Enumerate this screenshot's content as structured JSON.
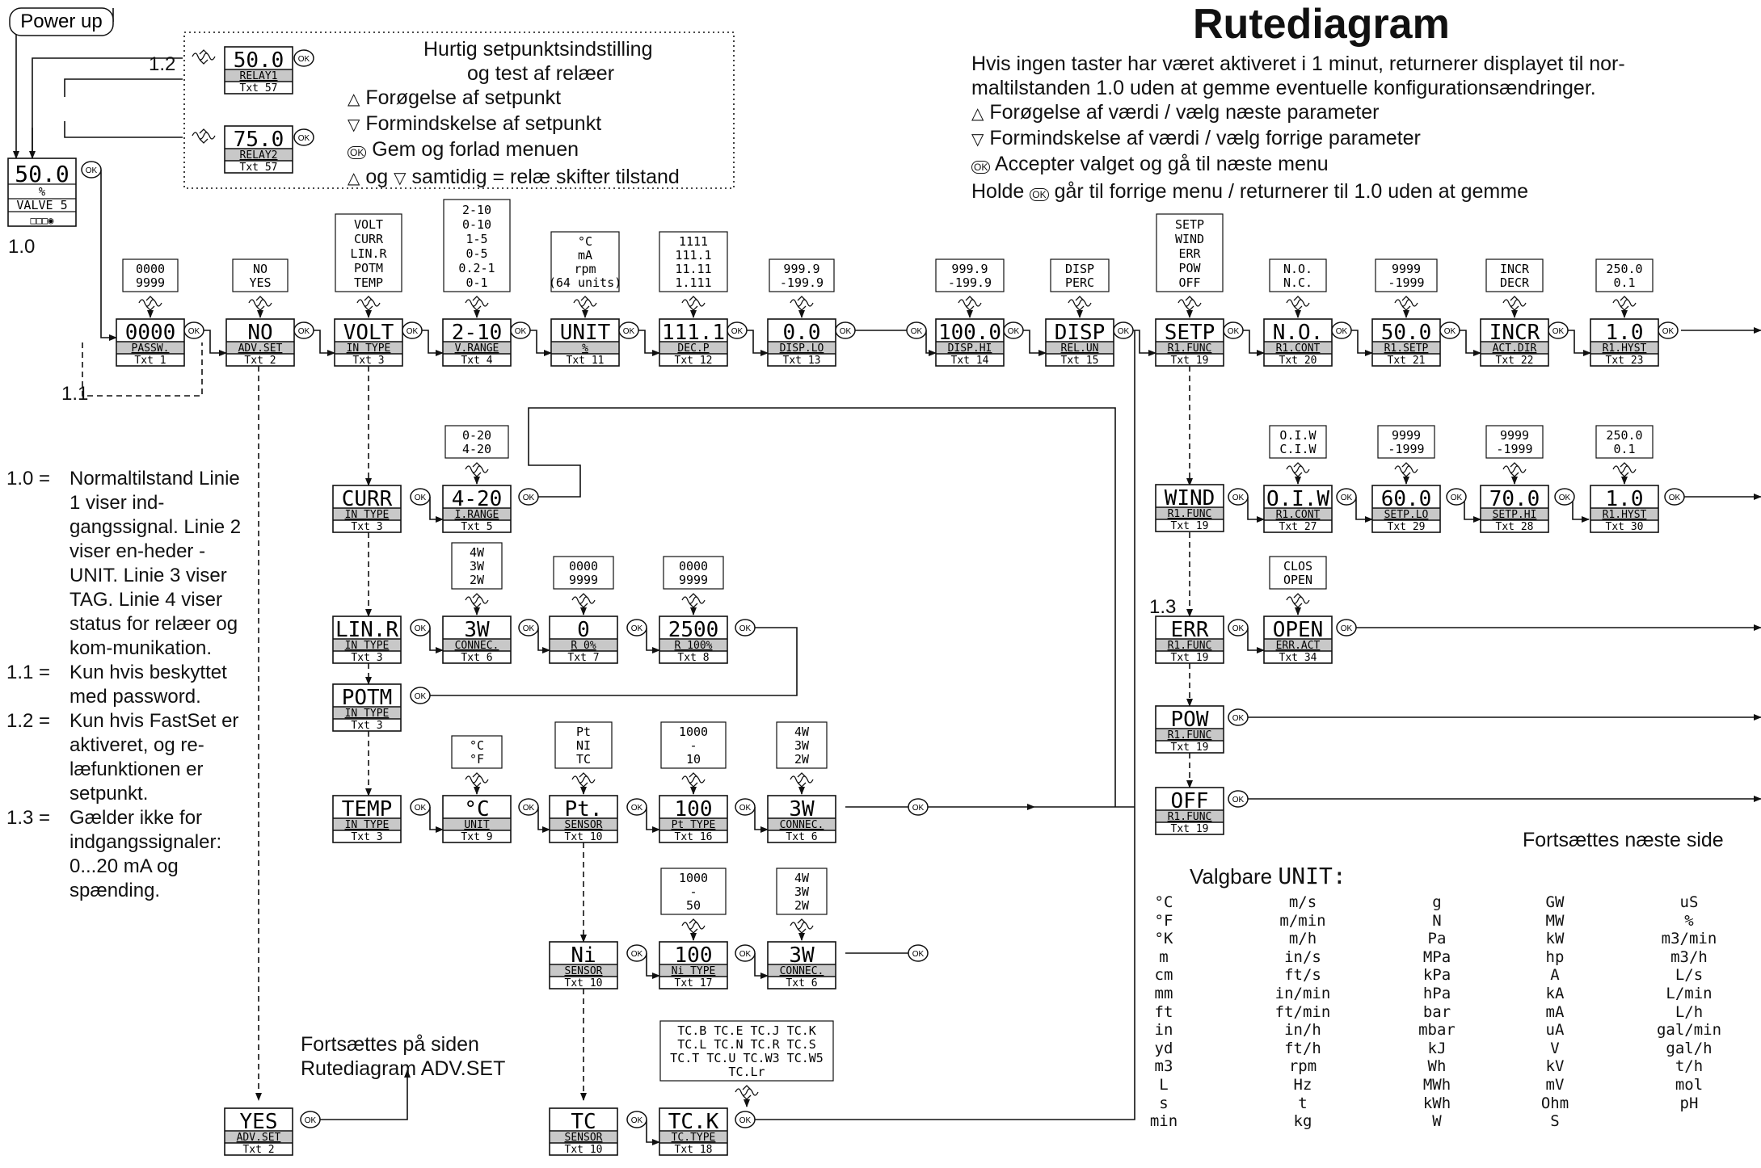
{
  "title": "Rutediagram",
  "intro": [
    "Hvis ingen taster har været aktiveret i 1 minut, returnerer displayet til nor-",
    "maltilstanden 1.0 uden at gemme eventuelle konfigurationsændringer.",
    "Forøgelse af værdi / vælg næste parameter",
    "Formindskelse af værdi / vælg forrige parameter",
    "Accepter valget og gå til næste menu",
    "Holde",
    "går til forrige menu / returnerer til 1.0 uden at gemme"
  ],
  "power_up": "Power up",
  "fastset": {
    "heading1": "Hurtig setpunktsindstilling",
    "heading2": "og test af relæer",
    "up": "Forøgelse af setpunkt",
    "down": "Formindskelse af setpunkt",
    "ok": "Gem og forlad menuen",
    "both_a": "og",
    "both_b": "samtidig = relæ skifter tilstand"
  },
  "labels": {
    "l10": "1.0",
    "l11": "1.1",
    "l12": "1.2",
    "l13": "1.3",
    "ok": "OK"
  },
  "normal_display": {
    "value": "50.0",
    "unit": "%",
    "tag": "VALVE 5",
    "status": "□□□◉"
  },
  "boxes": [
    {
      "v": "50.0",
      "p": "RELAY1",
      "t": "Txt 57"
    },
    {
      "v": "75.0",
      "p": "RELAY2",
      "t": "Txt 57"
    },
    {
      "v": "0000",
      "p": "PASSW.",
      "t": "Txt 1"
    },
    {
      "v": "NO",
      "p": "ADV.SET",
      "t": "Txt 2"
    },
    {
      "v": "VOLT",
      "p": "IN TYPE",
      "t": "Txt 3"
    },
    {
      "v": "2-10",
      "p": "V.RANGE",
      "t": "Txt 4"
    },
    {
      "v": "UNIT",
      "p": "%",
      "t": "Txt 11"
    },
    {
      "v": "111.1",
      "p": "DEC.P",
      "t": "Txt 12"
    },
    {
      "v": "0.0",
      "p": "DISP.LO",
      "t": "Txt 13"
    },
    {
      "v": "100.0",
      "p": "DISP.HI",
      "t": "Txt 14"
    },
    {
      "v": "DISP",
      "p": "REL.UN",
      "t": "Txt 15"
    },
    {
      "v": "SETP",
      "p": "R1.FUNC",
      "t": "Txt 19"
    },
    {
      "v": "N.O.",
      "p": "R1.CONT",
      "t": "Txt 20"
    },
    {
      "v": "50.0",
      "p": "R1.SETP",
      "t": "Txt 21"
    },
    {
      "v": "INCR",
      "p": "ACT.DIR",
      "t": "Txt 22"
    },
    {
      "v": "1.0",
      "p": "R1.HYST",
      "t": "Txt 23"
    },
    {
      "v": "CURR",
      "p": "IN TYPE",
      "t": "Txt 3"
    },
    {
      "v": "4-20",
      "p": "I.RANGE",
      "t": "Txt 5"
    },
    {
      "v": "WIND",
      "p": "R1.FUNC",
      "t": "Txt 19"
    },
    {
      "v": "O.I.W",
      "p": "R1.CONT",
      "t": "Txt 27"
    },
    {
      "v": "60.0",
      "p": "SETP.LO",
      "t": "Txt 29"
    },
    {
      "v": "70.0",
      "p": "SETP.HI",
      "t": "Txt 28"
    },
    {
      "v": "1.0",
      "p": "R1.HYST",
      "t": "Txt 30"
    },
    {
      "v": "LIN.R",
      "p": "IN TYPE",
      "t": "Txt 3"
    },
    {
      "v": "3W",
      "p": "CONNEC.",
      "t": "Txt 6"
    },
    {
      "v": "0",
      "p": "R 0%",
      "t": "Txt 7"
    },
    {
      "v": "2500",
      "p": "R 100%",
      "t": "Txt 8"
    },
    {
      "v": "ERR",
      "p": "R1.FUNC",
      "t": "Txt 19"
    },
    {
      "v": "OPEN",
      "p": "ERR.ACT",
      "t": "Txt 34"
    },
    {
      "v": "POTM",
      "p": "IN TYPE",
      "t": "Txt 3"
    },
    {
      "v": "POW",
      "p": "R1.FUNC",
      "t": "Txt 19"
    },
    {
      "v": "TEMP",
      "p": "IN TYPE",
      "t": "Txt 3"
    },
    {
      "v": "°C",
      "p": "UNIT",
      "t": "Txt 9"
    },
    {
      "v": "Pt.",
      "p": "SENSOR",
      "t": "Txt 10"
    },
    {
      "v": "100",
      "p": "Pt TYPE",
      "t": "Txt 16"
    },
    {
      "v": "3W",
      "p": "CONNEC.",
      "t": "Txt 6"
    },
    {
      "v": "OFF",
      "p": "R1.FUNC",
      "t": "Txt 19"
    },
    {
      "v": "Ni",
      "p": "SENSOR",
      "t": "Txt 10"
    },
    {
      "v": "100",
      "p": "Ni TYPE",
      "t": "Txt 17"
    },
    {
      "v": "3W",
      "p": "CONNEC.",
      "t": "Txt 6"
    },
    {
      "v": "YES",
      "p": "ADV.SET",
      "t": "Txt 2"
    },
    {
      "v": "TC",
      "p": "SENSOR",
      "t": "Txt 10"
    },
    {
      "v": "TC.K",
      "p": "TC.TYPE",
      "t": "Txt 18"
    }
  ],
  "options": [
    [
      "0000",
      "9999"
    ],
    [
      "NO",
      "YES"
    ],
    [
      "VOLT",
      "CURR",
      "LIN.R",
      "POTM",
      "TEMP"
    ],
    [
      "2-10",
      "0-10",
      "1-5",
      "0-5",
      "0.2-1",
      "0-1"
    ],
    [
      "°C",
      "mA",
      "rpm",
      "(64 units)"
    ],
    [
      "1111",
      "111.1",
      "11.11",
      "1.111"
    ],
    [
      "999.9",
      "-199.9"
    ],
    [
      "999.9",
      "-199.9"
    ],
    [
      "DISP",
      "PERC"
    ],
    [
      "SETP",
      "WIND",
      "ERR",
      "POW",
      "OFF"
    ],
    [
      "N.O.",
      "N.C."
    ],
    [
      "9999",
      "-1999"
    ],
    [
      "INCR",
      "DECR"
    ],
    [
      "250.0",
      "0.1"
    ],
    [
      "0-20",
      "4-20"
    ],
    [
      "O.I.W",
      "C.I.W"
    ],
    [
      "9999",
      "-1999"
    ],
    [
      "9999",
      "-1999"
    ],
    [
      "250.0",
      "0.1"
    ],
    [
      "4W",
      "3W",
      "2W"
    ],
    [
      "0000",
      "9999"
    ],
    [
      "0000",
      "9999"
    ],
    [
      "CLOS",
      "OPEN"
    ],
    [
      "°C",
      "°F"
    ],
    [
      "Pt",
      "NI",
      "TC"
    ],
    [
      "1000",
      "-",
      "10"
    ],
    [
      "4W",
      "3W",
      "2W"
    ],
    [
      "1000",
      "-",
      "50"
    ],
    [
      "4W",
      "3W",
      "2W"
    ],
    [
      "TC.B TC.E TC.J TC.K",
      "TC.L TC.N TC.R TC.S",
      "TC.T TC.U TC.W3 TC.W5",
      "TC.Lr"
    ]
  ],
  "notes": [
    {
      "k": "1.0 =",
      "v": "Normaltilstand Linie 1 viser ind-gangssignal. Linie 2 viser en-heder - UNIT. Linie 3 viser TAG. Linie 4 viser status for relæer og kom-munikation."
    },
    {
      "k": "1.1 =",
      "v": "Kun hvis beskyttet med password."
    },
    {
      "k": "1.2 =",
      "v": "Kun hvis FastSet er aktiveret, og re-læfunktionen er setpunkt."
    },
    {
      "k": "1.3 =",
      "v": "Gælder ikke for indgangssignaler: 0...20 mA og spænding."
    }
  ],
  "continue_next": "Fortsættes næste side",
  "continue_adv": [
    "Fortsættes på siden",
    "Rutediagram ADV.SET"
  ],
  "units": {
    "title": "Valgbare",
    "title_mono": "UNIT:",
    "columns": [
      [
        "°C",
        "°F",
        "°K",
        "m",
        "cm",
        "mm",
        "ft",
        "in",
        "yd",
        "m3",
        "L",
        "s",
        "min"
      ],
      [
        "m/s",
        "m/min",
        "m/h",
        "in/s",
        "ft/s",
        "in/min",
        "ft/min",
        "in/h",
        "ft/h",
        "rpm",
        "Hz",
        "t",
        "kg"
      ],
      [
        "g",
        "N",
        "Pa",
        "MPa",
        "kPa",
        "hPa",
        "bar",
        "mbar",
        "kJ",
        "Wh",
        "MWh",
        "kWh",
        "W"
      ],
      [
        "GW",
        "MW",
        "kW",
        "hp",
        "A",
        "kA",
        "mA",
        "uA",
        "V",
        "kV",
        "mV",
        "Ohm",
        "S"
      ],
      [
        "uS",
        "%",
        "m3/min",
        "m3/h",
        "L/s",
        "L/min",
        "L/h",
        "gal/min",
        "gal/h",
        "t/h",
        "mol",
        "pH"
      ]
    ]
  }
}
